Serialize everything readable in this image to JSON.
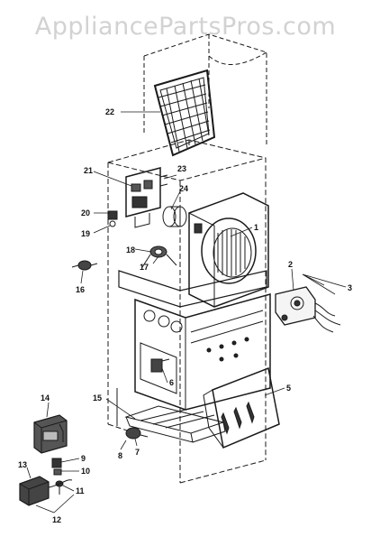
{
  "watermark": "AppliancePartsPros.com",
  "colors": {
    "line": "#1a1a1a",
    "shade": "#777777",
    "watermark": "#d2d2d2"
  },
  "callouts": [
    "22",
    "23",
    "21",
    "24",
    "20",
    "19",
    "18",
    "17",
    "1",
    "16",
    "2",
    "3",
    "6",
    "5",
    "15",
    "7",
    "14",
    "8",
    "9",
    "10",
    "13",
    "11",
    "12"
  ]
}
